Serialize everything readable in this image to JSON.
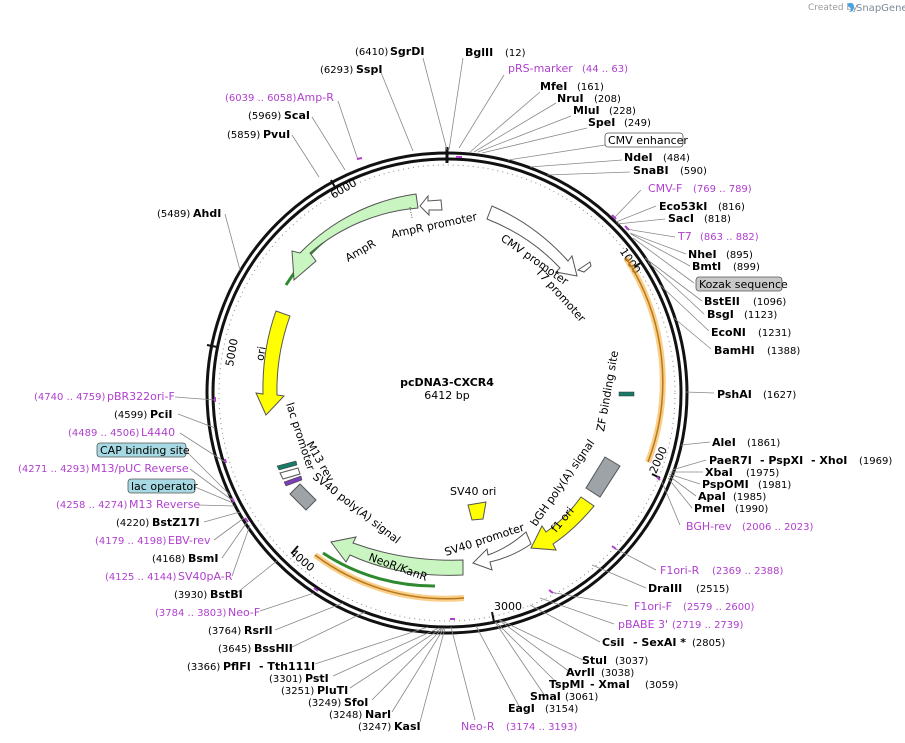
{
  "credit": {
    "text": "Created by",
    "brand": "SnapGene"
  },
  "plasmid": {
    "name": "pcDNA3-CXCR4",
    "size_label": "6412 bp",
    "length": 6412
  },
  "ticks": [
    "1000",
    "2000",
    "3000",
    "4000",
    "5000",
    "6000"
  ],
  "enzymes_right": [
    {
      "name": "BglII",
      "pos": "(12)"
    },
    {
      "name": "MfeI",
      "pos": "(161)"
    },
    {
      "name": "NruI",
      "pos": "(208)"
    },
    {
      "name": "MluI",
      "pos": "(228)"
    },
    {
      "name": "SpeI",
      "pos": "(249)"
    },
    {
      "name": "NdeI",
      "pos": "(484)"
    },
    {
      "name": "SnaBI",
      "pos": "(590)"
    },
    {
      "name": "Eco53kI",
      "pos": "(816)"
    },
    {
      "name": "SacI",
      "pos": "(818)"
    },
    {
      "name": "NheI",
      "pos": "(895)"
    },
    {
      "name": "BmtI",
      "pos": "(899)"
    },
    {
      "name": "BstEII",
      "pos": "(1096)"
    },
    {
      "name": "BsgI",
      "pos": "(1123)"
    },
    {
      "name": "EcoNI",
      "pos": "(1231)"
    },
    {
      "name": "BamHI",
      "pos": "(1388)"
    },
    {
      "name": "PshAI",
      "pos": "(1627)"
    },
    {
      "name": "AleI",
      "pos": "(1861)"
    },
    {
      "name": "PaeR7I",
      "pos": ""
    },
    {
      "name": "- PspXI",
      "pos": ""
    },
    {
      "name": "- XhoI",
      "pos": "(1969)"
    },
    {
      "name": "XbaI",
      "pos": "(1975)"
    },
    {
      "name": "PspOMI",
      "pos": "(1981)"
    },
    {
      "name": "ApaI",
      "pos": "(1985)"
    },
    {
      "name": "PmeI",
      "pos": "(1990)"
    },
    {
      "name": "DraIII",
      "pos": "(2515)"
    },
    {
      "name": "CsiI",
      "pos": ""
    },
    {
      "name": "- SexAI *",
      "pos": "(2805)"
    },
    {
      "name": "StuI",
      "pos": "(3037)"
    },
    {
      "name": "AvrII",
      "pos": "(3038)"
    },
    {
      "name": "TspMI",
      "pos": ""
    },
    {
      "name": "- XmaI",
      "pos": "(3059)"
    },
    {
      "name": "SmaI",
      "pos": "(3061)"
    },
    {
      "name": "EagI",
      "pos": "(3154)"
    }
  ],
  "enzymes_left": [
    {
      "name": "SgrDI",
      "pos": "(6410)"
    },
    {
      "name": "SspI",
      "pos": "(6293)"
    },
    {
      "name": "ScaI",
      "pos": "(5969)"
    },
    {
      "name": "PvuI",
      "pos": "(5859)"
    },
    {
      "name": "AhdI",
      "pos": "(5489)"
    },
    {
      "name": "PciI",
      "pos": "(4599)"
    },
    {
      "name": "BstZ17I",
      "pos": "(4220)"
    },
    {
      "name": "BsmI",
      "pos": "(4168)"
    },
    {
      "name": "BstBI",
      "pos": "(3930)"
    },
    {
      "name": "RsrII",
      "pos": "(3764)"
    },
    {
      "name": "BssHII",
      "pos": "(3645)"
    },
    {
      "name": "PflFI",
      "pos": "(3366)"
    },
    {
      "name": "- Tth111I",
      "pos": ""
    },
    {
      "name": "PstI",
      "pos": "(3301)"
    },
    {
      "name": "PluTI",
      "pos": "(3251)"
    },
    {
      "name": "SfoI",
      "pos": "(3249)"
    },
    {
      "name": "NarI",
      "pos": "(3248)"
    },
    {
      "name": "KasI",
      "pos": "(3247)"
    }
  ],
  "primers": [
    {
      "name": "pRS-marker",
      "pos": "(44 .. 63)"
    },
    {
      "name": "Amp-R",
      "pos": "(6039 .. 6058)"
    },
    {
      "name": "CMV-F",
      "pos": "(769 .. 789)"
    },
    {
      "name": "T7",
      "pos": "(863 .. 882)"
    },
    {
      "name": "BGH-rev",
      "pos": "(2006 .. 2023)"
    },
    {
      "name": "F1ori-R",
      "pos": "(2369 .. 2388)"
    },
    {
      "name": "F1ori-F",
      "pos": "(2579 .. 2600)"
    },
    {
      "name": "pBABE 3'",
      "pos": "(2719 .. 2739)"
    },
    {
      "name": "Neo-R",
      "pos": "(3174 .. 3193)"
    },
    {
      "name": "pBR322ori-F",
      "pos": "(4740 .. 4759)"
    },
    {
      "name": "L4440",
      "pos": "(4489 .. 4506)"
    },
    {
      "name": "M13/pUC Reverse",
      "pos": "(4271 .. 4293)"
    },
    {
      "name": "M13 Reverse",
      "pos": "(4258 .. 4274)"
    },
    {
      "name": "EBV-rev",
      "pos": "(4179 .. 4198)"
    },
    {
      "name": "SV40pA-R",
      "pos": "(4125 .. 4144)"
    },
    {
      "name": "Neo-F",
      "pos": "(3784 .. 3803)"
    }
  ],
  "boxed_features": [
    {
      "name": "CMV enhancer",
      "style": "white"
    },
    {
      "name": "Kozak sequence",
      "style": "gray"
    },
    {
      "name": "CAP binding site",
      "style": "teal"
    },
    {
      "name": "lac operator",
      "style": "teal"
    }
  ],
  "features": [
    {
      "name": "AmpR promoter"
    },
    {
      "name": "AmpR"
    },
    {
      "name": "ori"
    },
    {
      "name": "CMV promoter"
    },
    {
      "name": "T7 promoter"
    },
    {
      "name": "ZF binding site"
    },
    {
      "name": "bGH poly(A) signal"
    },
    {
      "name": "f1 ori"
    },
    {
      "name": "SV40 ori"
    },
    {
      "name": "SV40 promoter"
    },
    {
      "name": "NeoR/KanR"
    },
    {
      "name": "SV40 poly(A) signal"
    },
    {
      "name": "lac promoter"
    },
    {
      "name": "M13 rev"
    }
  ],
  "colors": {
    "backbone": "#111111",
    "primer": "#b03fcf",
    "feature_green": "#c9f5c0",
    "feature_yellow": "#ffff00",
    "feature_gray": "#9ea3a8",
    "insert_orange": "#f5a623",
    "gene_line": "#2f8a2f"
  }
}
